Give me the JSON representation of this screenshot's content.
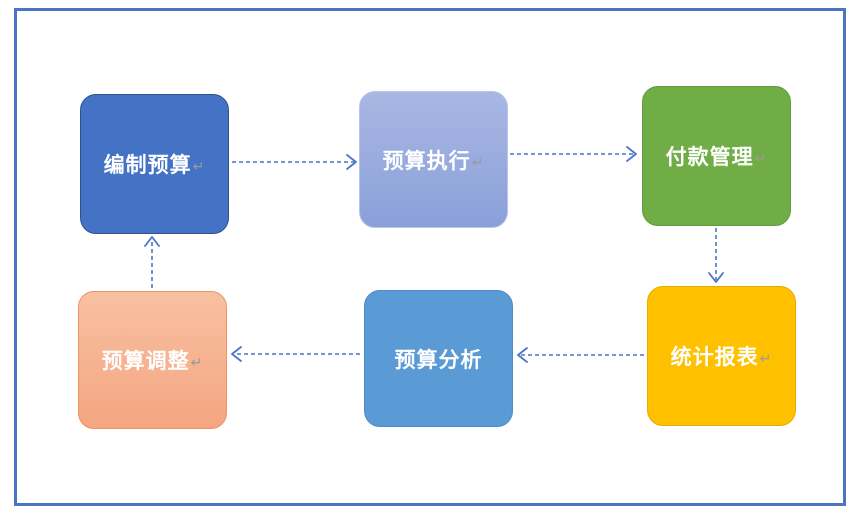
{
  "diagram": {
    "type": "process-cycle",
    "accent_color": "#4a74c4",
    "nodes": [
      {
        "id": "n1",
        "label": "编制预算",
        "color": "#4472c4"
      },
      {
        "id": "n2",
        "label": "预算执行",
        "color": "#8fa3da"
      },
      {
        "id": "n3",
        "label": "付款管理",
        "color": "#70ad47"
      },
      {
        "id": "n4",
        "label": "统计报表",
        "color": "#ffc000"
      },
      {
        "id": "n5",
        "label": "预算分析",
        "color": "#5b9bd5"
      },
      {
        "id": "n6",
        "label": "预算调整",
        "color": "#f5ab86"
      }
    ],
    "edges": [
      {
        "from": "n1",
        "to": "n2",
        "style": "dashed"
      },
      {
        "from": "n2",
        "to": "n3",
        "style": "dashed"
      },
      {
        "from": "n3",
        "to": "n4",
        "style": "dashed"
      },
      {
        "from": "n4",
        "to": "n5",
        "style": "dashed"
      },
      {
        "from": "n5",
        "to": "n6",
        "style": "dashed"
      },
      {
        "from": "n6",
        "to": "n1",
        "style": "dashed"
      }
    ],
    "return_mark": "↵"
  }
}
